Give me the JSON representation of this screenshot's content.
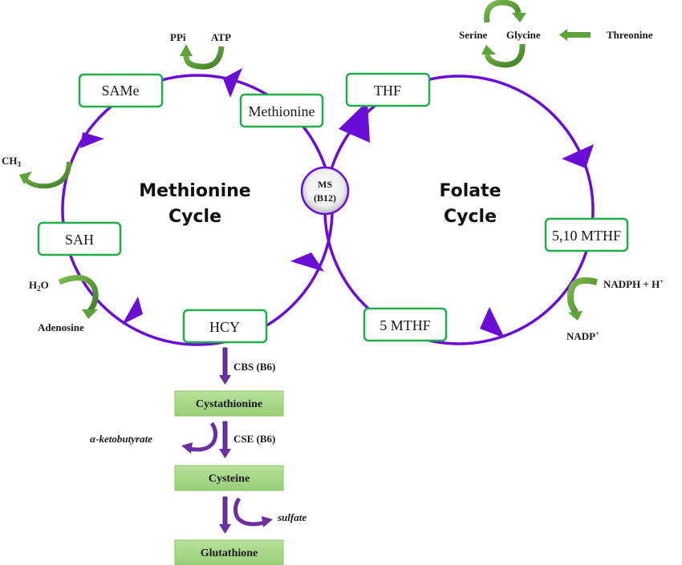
{
  "colors": {
    "cycle_line": "#6a0dd6",
    "node_border": "#1fae4b",
    "green_arrow": "#5ea33a",
    "green_arrow_dark": "#3e7d22",
    "pathway_box_fill": "#a9d88a",
    "pathway_box_border": "#8cc46a",
    "transsulfuration_arrow": "#6b2fa3"
  },
  "methionine_cycle": {
    "title_line1": "Methionine",
    "title_line2": "Cycle",
    "nodes": {
      "same": "SAMe",
      "methionine": "Methionine",
      "sah": "SAH",
      "hcy": "HCY"
    },
    "side_labels": {
      "ppi": "PPi",
      "atp": "ATP",
      "ch3": "CH",
      "ch3_sub": "3",
      "h2o_h": "H",
      "h2o_sub": "2",
      "h2o_o": "O",
      "adenosine": "Adenosine"
    }
  },
  "enzyme": {
    "line1": "MS",
    "line2": "(B12)"
  },
  "folate_cycle": {
    "title_line1": "Folate",
    "title_line2": "Cycle",
    "nodes": {
      "thf": "THF",
      "mthf_5_10": "5,10 MTHF",
      "mthf_5": "5 MTHF"
    },
    "side_labels": {
      "serine": "Serine",
      "glycine": "Glycine",
      "threonine": "Threonine",
      "nadph": "NADPH + H",
      "nadph_sup": "+",
      "nadp": "NADP",
      "nadp_sup": "+"
    }
  },
  "transsulfuration": {
    "cbs": "CBS (B6)",
    "cse": "CSE (B6)",
    "cystathionine": "Cystathionine",
    "cysteine": "Cysteine",
    "glutathione": "Glutathione",
    "ketobutyrate": "α-ketobutyrate",
    "sulfate": "sulfate"
  }
}
